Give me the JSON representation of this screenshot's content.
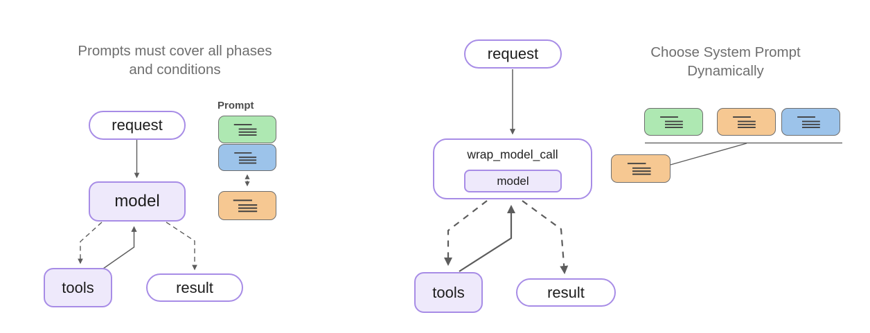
{
  "left": {
    "title": "Prompts must cover all phases\nand conditions",
    "request_label": "request",
    "model_label": "model",
    "tools_label": "tools",
    "result_label": "result",
    "prompt_stack_label": "Prompt"
  },
  "right": {
    "title": "Choose System Prompt\nDynamically",
    "request_label": "request",
    "wrap_model_call_label": "wrap_model_call",
    "model_label": "model",
    "tools_label": "tools",
    "result_label": "result"
  },
  "colors": {
    "node_border_purple": "#a78ce6",
    "node_fill_lavender": "#eee9fb",
    "card_green": "#aee8b2",
    "card_blue": "#9cc3ea",
    "card_orange": "#f6c892",
    "card_border": "#6d6d6d",
    "line_gray": "#5c5c5c",
    "title_gray": "#6e6e6e"
  },
  "icons": {
    "text_lines": "text-lines-icon"
  }
}
